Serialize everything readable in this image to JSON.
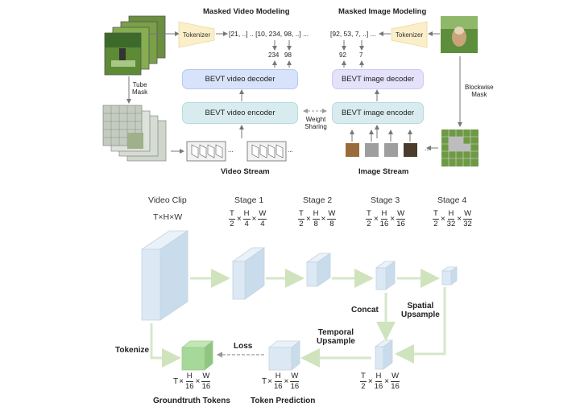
{
  "top": {
    "masked_video_title": "Masked Video Modeling",
    "masked_image_title": "Masked Image Modeling",
    "tokenizer_video": "Tokenizer",
    "tokenizer_image": "Tokenizer",
    "video_seq": "[21, ..] .. [10, 234, 98, ..] ...",
    "image_seq": "[92, 53, 7, ..] ...",
    "video_tok_a": "234",
    "video_tok_b": "98",
    "image_tok_a": "92",
    "image_tok_b": "7",
    "video_decoder": "BEVT video decoder",
    "image_decoder": "BEVT image decoder",
    "video_encoder": "BEVT video encoder",
    "image_encoder": "BEVT image encoder",
    "weight_sharing_1": "Weight",
    "weight_sharing_2": "Sharing",
    "tube_mask_1": "Tube",
    "tube_mask_2": "Mask",
    "blockwise_1": "Blockwise",
    "blockwise_2": "Mask",
    "video_stream": "Video Stream",
    "image_stream": "Image Stream",
    "ellipsis": "..."
  },
  "bottom": {
    "video_clip": "Video Clip",
    "clip_dims": "T×H×W",
    "stages": [
      {
        "label": "Stage 1",
        "t": [
          "T",
          "2"
        ],
        "h": [
          "H",
          "4"
        ],
        "w": [
          "W",
          "4"
        ]
      },
      {
        "label": "Stage 2",
        "t": [
          "T",
          "2"
        ],
        "h": [
          "H",
          "8"
        ],
        "w": [
          "W",
          "8"
        ]
      },
      {
        "label": "Stage 3",
        "t": [
          "T",
          "2"
        ],
        "h": [
          "H",
          "16"
        ],
        "w": [
          "W",
          "16"
        ]
      },
      {
        "label": "Stage 4",
        "t": [
          "T",
          "2"
        ],
        "h": [
          "H",
          "32"
        ],
        "w": [
          "W",
          "32"
        ]
      }
    ],
    "concat": "Concat",
    "spatial_1": "Spatial",
    "spatial_2": "Upsample",
    "temporal_1": "Temporal",
    "temporal_2": "Upsample",
    "tokenize": "Tokenize",
    "loss": "Loss",
    "gt_label": "Groundtruth Tokens",
    "pred_label": "Token Prediction",
    "gt_dims": {
      "t": "T",
      "h": [
        "H",
        "16"
      ],
      "w": [
        "W",
        "16"
      ]
    },
    "pred_dims": {
      "t": "T",
      "h": [
        "H",
        "16"
      ],
      "w": [
        "W",
        "16"
      ]
    },
    "up_dims": {
      "t": [
        "T",
        "2"
      ],
      "h": [
        "H",
        "16"
      ],
      "w": [
        "W",
        "16"
      ]
    },
    "times": "×"
  },
  "colors": {
    "decoder_video": "#d6e3fb",
    "decoder_image": "#e4e1fb",
    "encoder": "#d8ecef",
    "tokenizer": "#fbefc9",
    "cube_face": "#dce9f5",
    "green_cube": "#a6d89a",
    "flow_arrow": "#d6e7c8"
  }
}
